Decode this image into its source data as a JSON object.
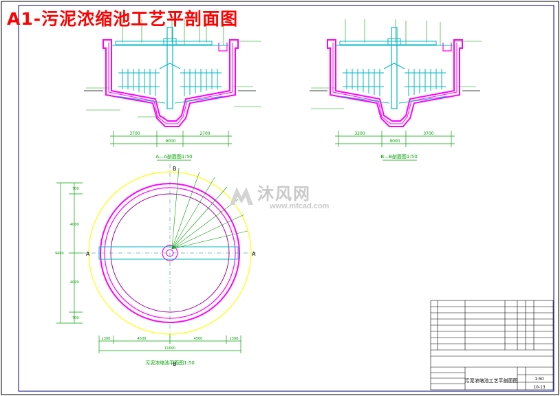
{
  "title": "A1-污泥浓缩池工艺平剖面图",
  "watermark": {
    "name": "沐风网",
    "url": "www.mfcad.com"
  },
  "views": {
    "section_a": "A—A剖面图1:50",
    "section_b": "B—B剖面图1:50",
    "plan": "污泥浓缩池平面图1:50"
  },
  "section_marks": {
    "a": "A",
    "b": "B"
  },
  "dimensions": {
    "section_a": [
      "3700",
      "2700",
      "9000"
    ],
    "section_b": [
      "3200",
      "3700",
      "9000"
    ],
    "plan_bottom": [
      "1300",
      "4500",
      "4500",
      "1300",
      "11600"
    ],
    "plan_left": [
      "700",
      "4000",
      "4000",
      "700",
      "9400"
    ]
  },
  "title_block": {
    "drawing_name": "污泥浓缩池工艺平剖面图",
    "date": "10-13",
    "scale": "1:50"
  },
  "colors": {
    "wall": "#ff00ff",
    "equipment": "#00b7c3",
    "dimension": "#008000",
    "outline": "#ffff00",
    "frame": "#000080",
    "title": "#ff0000"
  }
}
